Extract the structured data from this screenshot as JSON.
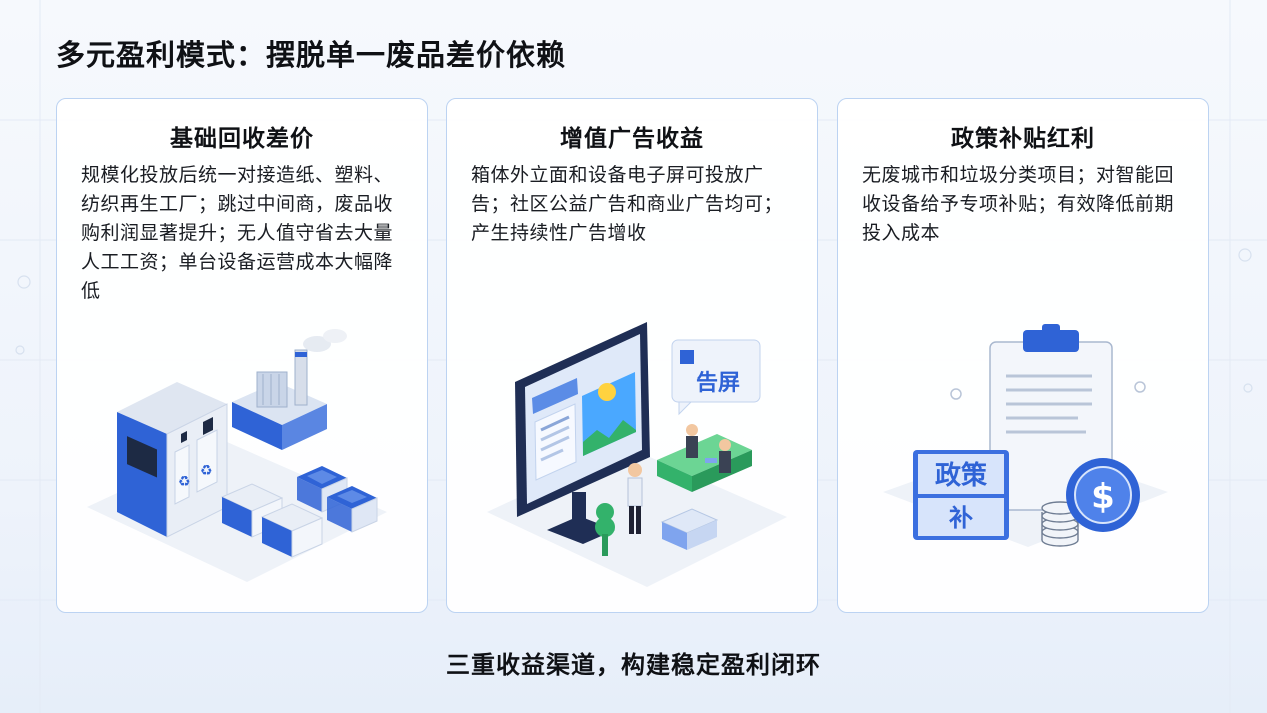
{
  "title": "多元盈利模式：摆脱单一废品差价依赖",
  "cards": [
    {
      "title": "基础回收差价",
      "body": "规模化投放后统一对接造纸、塑料、纺织再生工厂；跳过中间商，废品收购利润显著提升；无人值守省去大量人工工资；单台设备运营成本大幅降低"
    },
    {
      "title": "增值广告收益",
      "body": "箱体外立面和设备电子屏可投放广告；社区公益广告和商业广告均可；产生持续性广告增收",
      "screen_sign": "告屏"
    },
    {
      "title": "政策补贴红利",
      "body": "无废城市和垃圾分类项目；对智能回收设备给予专项补贴；有效降低前期投入成本",
      "stamp_top": "政策",
      "stamp_bottom": "补",
      "coin_symbol": "$"
    }
  ],
  "footer": "三重收益渠道，构建稳定盈利闭环",
  "colors": {
    "accent": "#2f63d6",
    "accent_light": "#7fa4ee",
    "card_border": "#bcd3f2",
    "green": "#33b26b"
  }
}
